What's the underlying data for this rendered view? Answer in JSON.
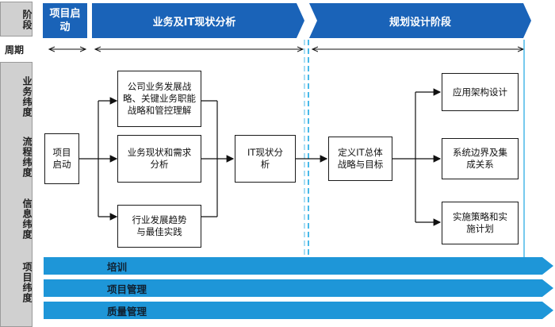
{
  "side": {
    "stage": "阶段",
    "period": "周期",
    "business": "业务纬度",
    "process": "流程纬度",
    "info": "信息纬度",
    "project": "项目纬度"
  },
  "phases": {
    "kickoff": "项目启动",
    "analysis": "业务及IT现状分析",
    "planning": "规划设计阶段"
  },
  "boxes": {
    "start": "项目启动",
    "strategy": "公司业务发展战略、关键业务职能战略和管控理解",
    "current": "业务现状和需求分析",
    "industry": "行业发展趋势与最佳实践",
    "it_current": "IT现状分析",
    "it_goals": "定义IT总体战略与目标",
    "app_arch": "应用架构设计",
    "sys_boundary": "系统边界及集成关系",
    "impl": "实施策略和实施计划"
  },
  "bands": {
    "training": "培训",
    "pm": "项目管理",
    "qa": "质量管理"
  },
  "colors": {
    "phase_blue": "#1a63b8",
    "band_blue": "#1e96d8",
    "dash_blue": "#49b9e8"
  }
}
